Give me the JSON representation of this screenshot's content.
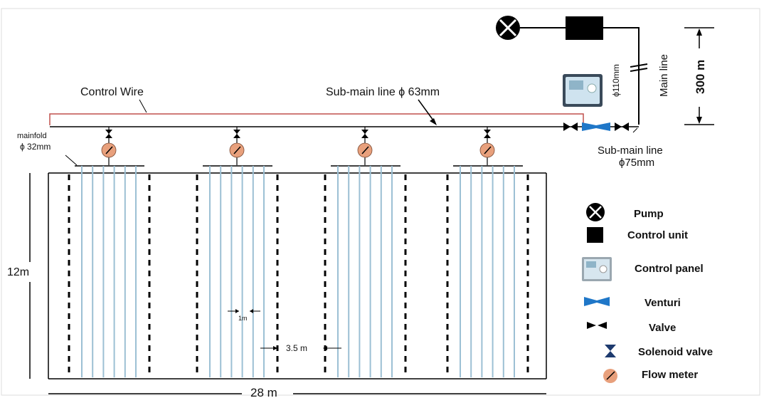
{
  "labels": {
    "control_wire": "Control Wire",
    "sub_main_63": "Sub-main line  ϕ 63mm",
    "mainfold": "mainfold",
    "mainfold_dia": "ϕ 32mm",
    "pipe_110": "ϕ110mm",
    "main_line": "Main line",
    "dist_300": "300 m",
    "sub_main_75_line1": "Sub-main line",
    "sub_main_75_line2": "ϕ75mm",
    "field_height": "12m",
    "field_width": "28 m",
    "lateral_spacing": "1m",
    "plot_spacing": "3.5 m"
  },
  "legend": [
    {
      "icon": "pump-icon",
      "label": "Pump"
    },
    {
      "icon": "control-unit-icon",
      "label": "Control unit"
    },
    {
      "icon": "control-panel-icon",
      "label": "Control panel"
    },
    {
      "icon": "venturi-icon",
      "label": "Venturi"
    },
    {
      "icon": "valve-icon",
      "label": "Valve"
    },
    {
      "icon": "solenoid-valve-icon",
      "label": "Solenoid valve"
    },
    {
      "icon": "flow-meter-icon",
      "label": "Flow meter"
    }
  ],
  "colors": {
    "control_wire": "#c0504d",
    "lateral": "#9cc0d4",
    "venturi": "#1f77c8",
    "flow_meter": "#e8a07c",
    "panel_bezel": "#3a4a5a",
    "panel_screen": "#cfe3ef"
  },
  "plot_count": 4,
  "laterals_per_plot": 6
}
